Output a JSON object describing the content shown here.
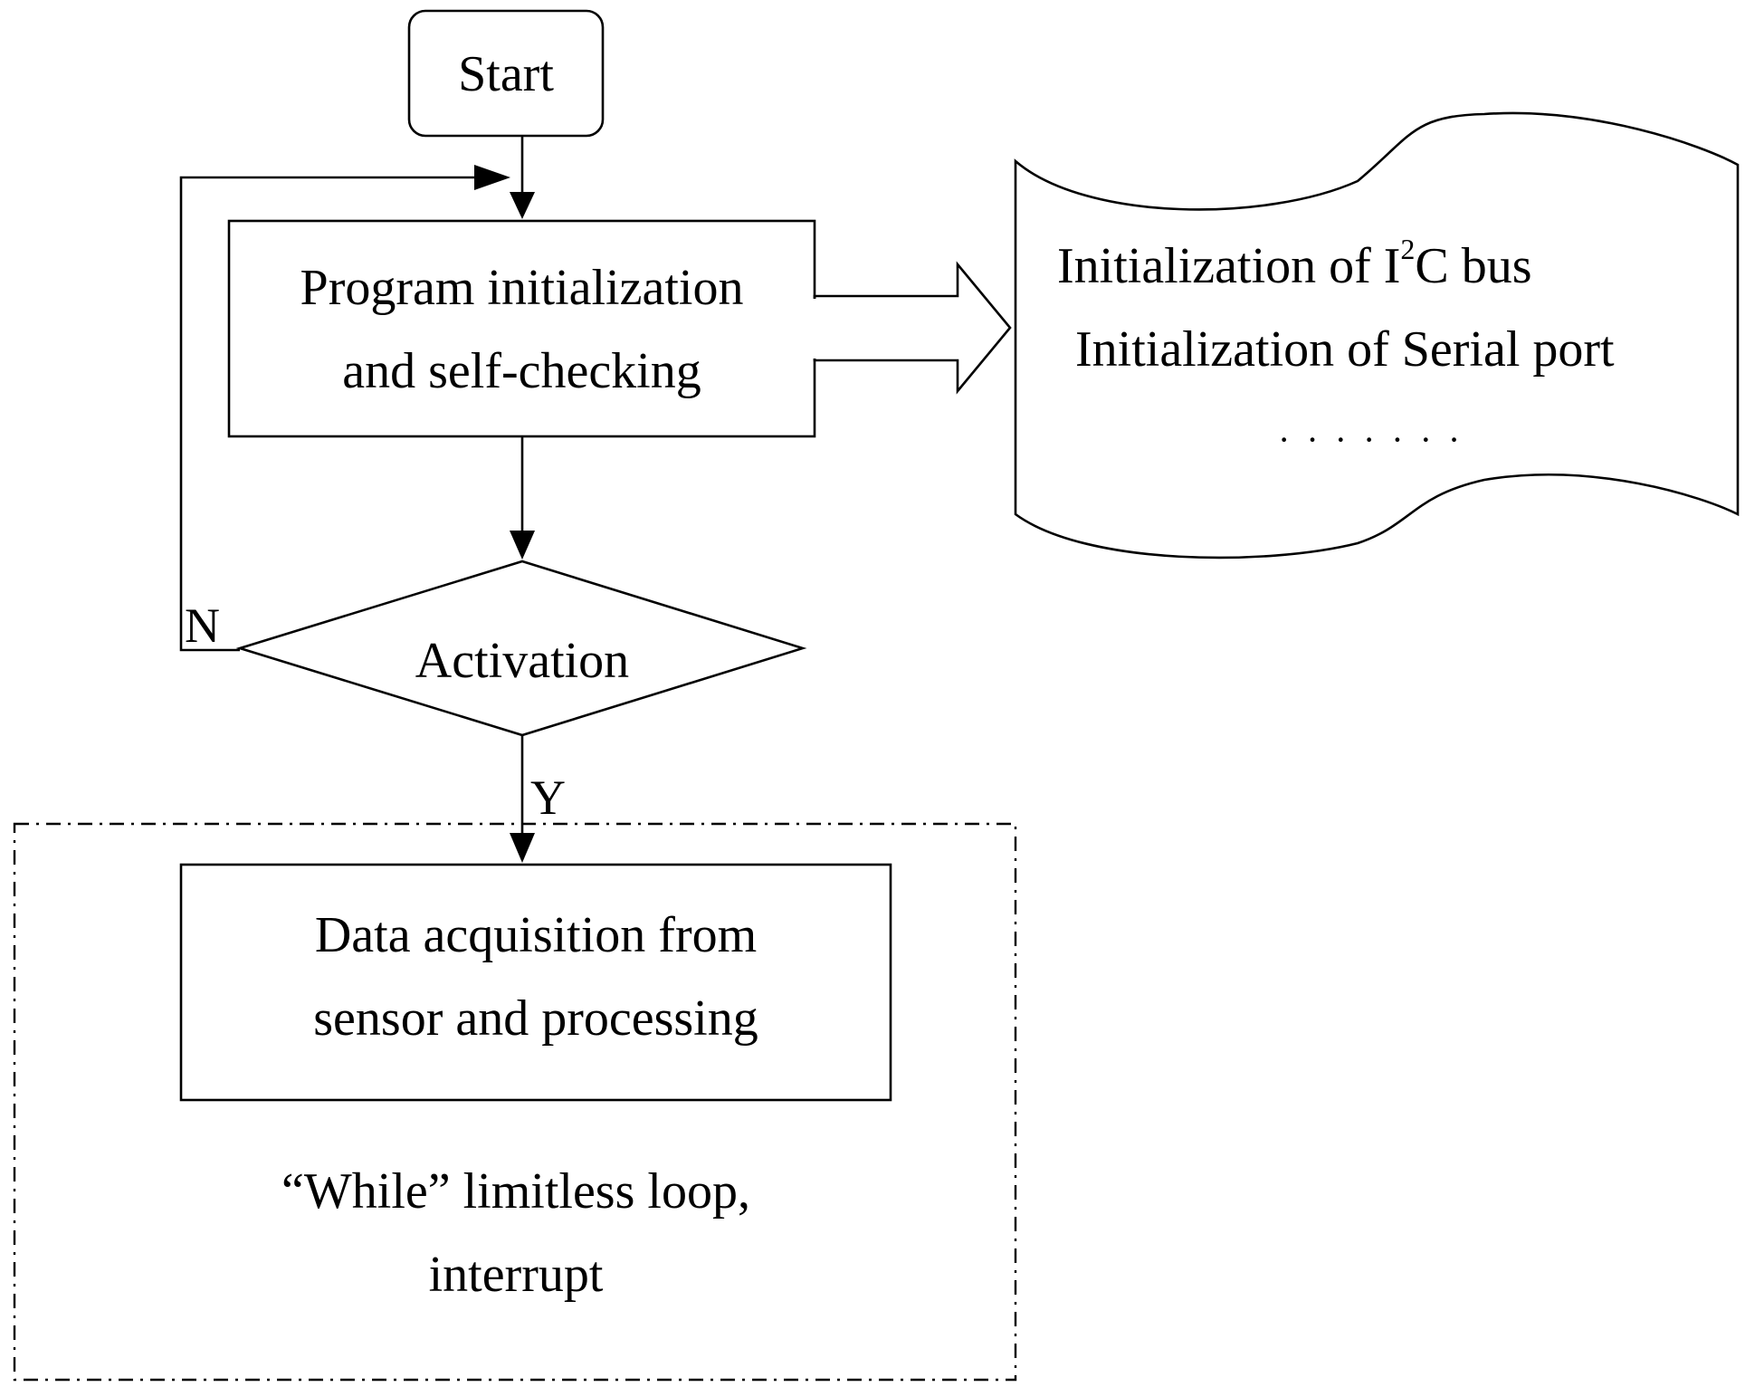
{
  "start": {
    "label": "Start"
  },
  "init_process": {
    "line1": "Program initialization",
    "line2": "and self-checking"
  },
  "init_document": {
    "line1_prefix": "Initialization of I",
    "line1_sup": "2",
    "line1_suffix": "C bus",
    "line2": "Initialization of Serial port",
    "line3": "· · · · · · ·"
  },
  "decision": {
    "label": "Activation",
    "no_label": "N",
    "yes_label": "Y"
  },
  "acquisition": {
    "line1": "Data acquisition from",
    "line2": "sensor and processing"
  },
  "loop_group": {
    "line1": "“While” limitless loop,",
    "line2": "interrupt"
  }
}
